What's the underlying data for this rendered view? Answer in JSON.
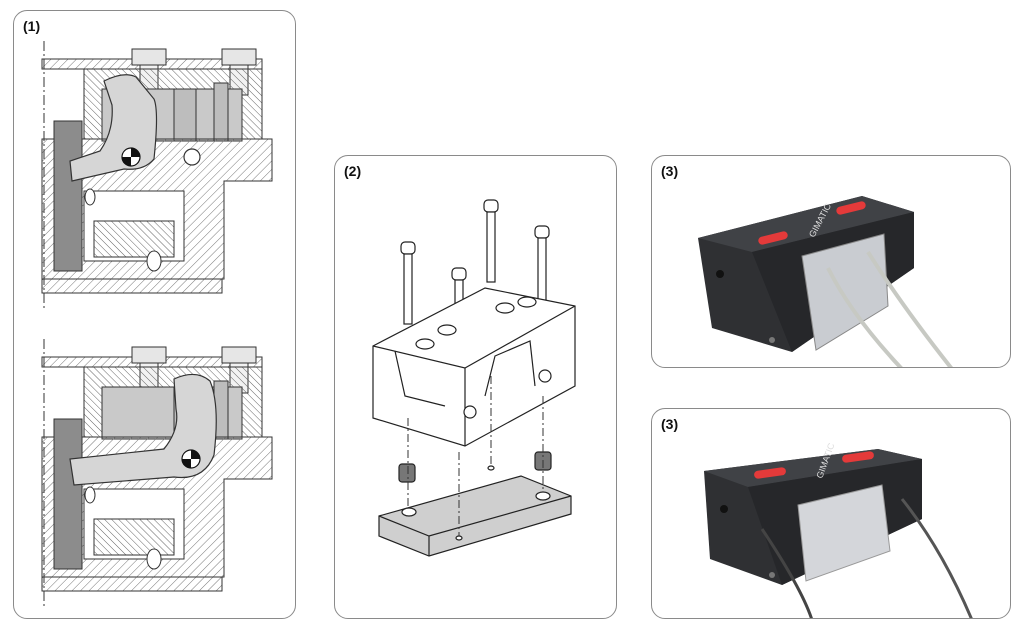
{
  "panels": {
    "p1": {
      "label": "(1)"
    },
    "p2": {
      "label": "(2)"
    },
    "p3a": {
      "label": "(3)",
      "brand": "GIMATIC"
    },
    "p3b": {
      "label": "(3)",
      "brand": "GIMATIC"
    }
  }
}
